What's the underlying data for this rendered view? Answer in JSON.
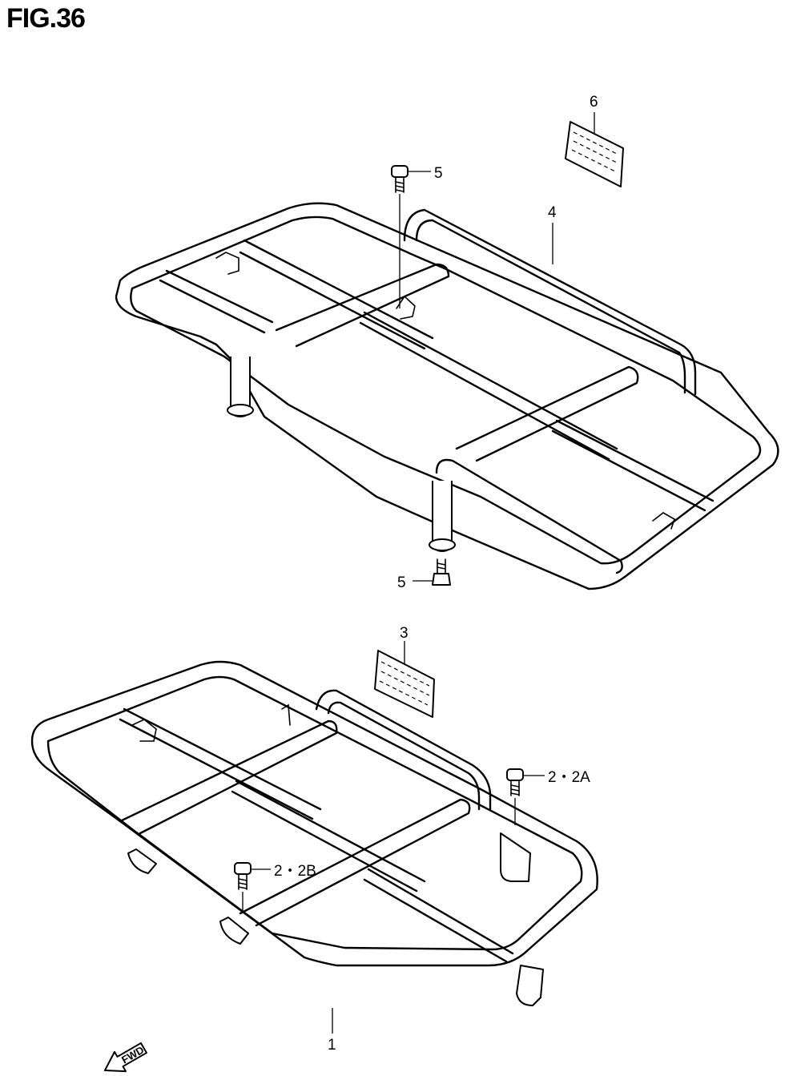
{
  "figure": {
    "title": "FIG.36"
  },
  "callouts": {
    "part_1": "1",
    "part_2_2a": "2・2A",
    "part_2_2b": "2・2B",
    "part_3": "3",
    "part_4": "4",
    "part_5_top": "5",
    "part_5_bottom": "5",
    "part_6": "6"
  },
  "direction_arrow": {
    "label": "FWD",
    "icon": "fwd-arrow-icon"
  },
  "colors": {
    "line": "#000000",
    "background": "#ffffff"
  }
}
